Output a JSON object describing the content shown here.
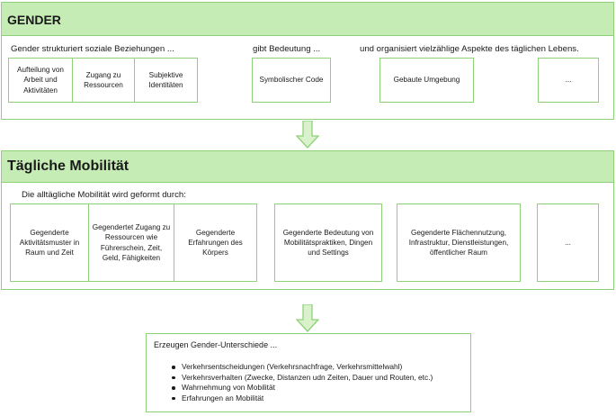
{
  "gender": {
    "title": "GENDER",
    "intro_left": "Gender strukturiert soziale Beziehungen ...",
    "intro_mid": "gibt Bedeutung ...",
    "intro_right": "und organisiert vielzählige Aspekte des täglichen Lebens.",
    "boxes": [
      "Aufteilung von Arbeit und Aktivitäten",
      "Zugang zu Ressourcen",
      "Subjektive Identitäten",
      "Symbolischer Code",
      "Gebaute Umgebung",
      "..."
    ]
  },
  "mobility": {
    "title": "Tägliche Mobilität",
    "intro": "Die alltägliche Mobilität wird geformt durch:",
    "boxes": [
      "Gegenderte Aktivitätsmuster in Raum und Zeit",
      "Gegendertet Zugang zu Ressourcen wie Führerschein, Zeit, Geld, Fähigkeiten",
      "Gegenderte Erfahrungen des Körpers",
      "Gegenderte Bedeutung von Mobilitätspraktiken, Dingen und Settings",
      "Gegenderte Flächennutzung, Infrastruktur, Dienstleistungen, öffentlicher Raum",
      "..."
    ]
  },
  "result": {
    "title": "Erzeugen Gender-Unterschiede ...",
    "items": [
      "Verkehrsentscheidungen (Verkehrsnachfrage, Verkehrsmittelwahl)",
      "Verkehrsverhalten (Zwecke, Distanzen udn Zeiten, Dauer und Routen, etc.)",
      "Wahrnehmung von Mobilität",
      "Erfahrungen an Mobilität"
    ]
  },
  "colors": {
    "header_fill": "#c5ecb4",
    "border": "#8fd17a",
    "arrow_fill": "#d9f2cc"
  }
}
